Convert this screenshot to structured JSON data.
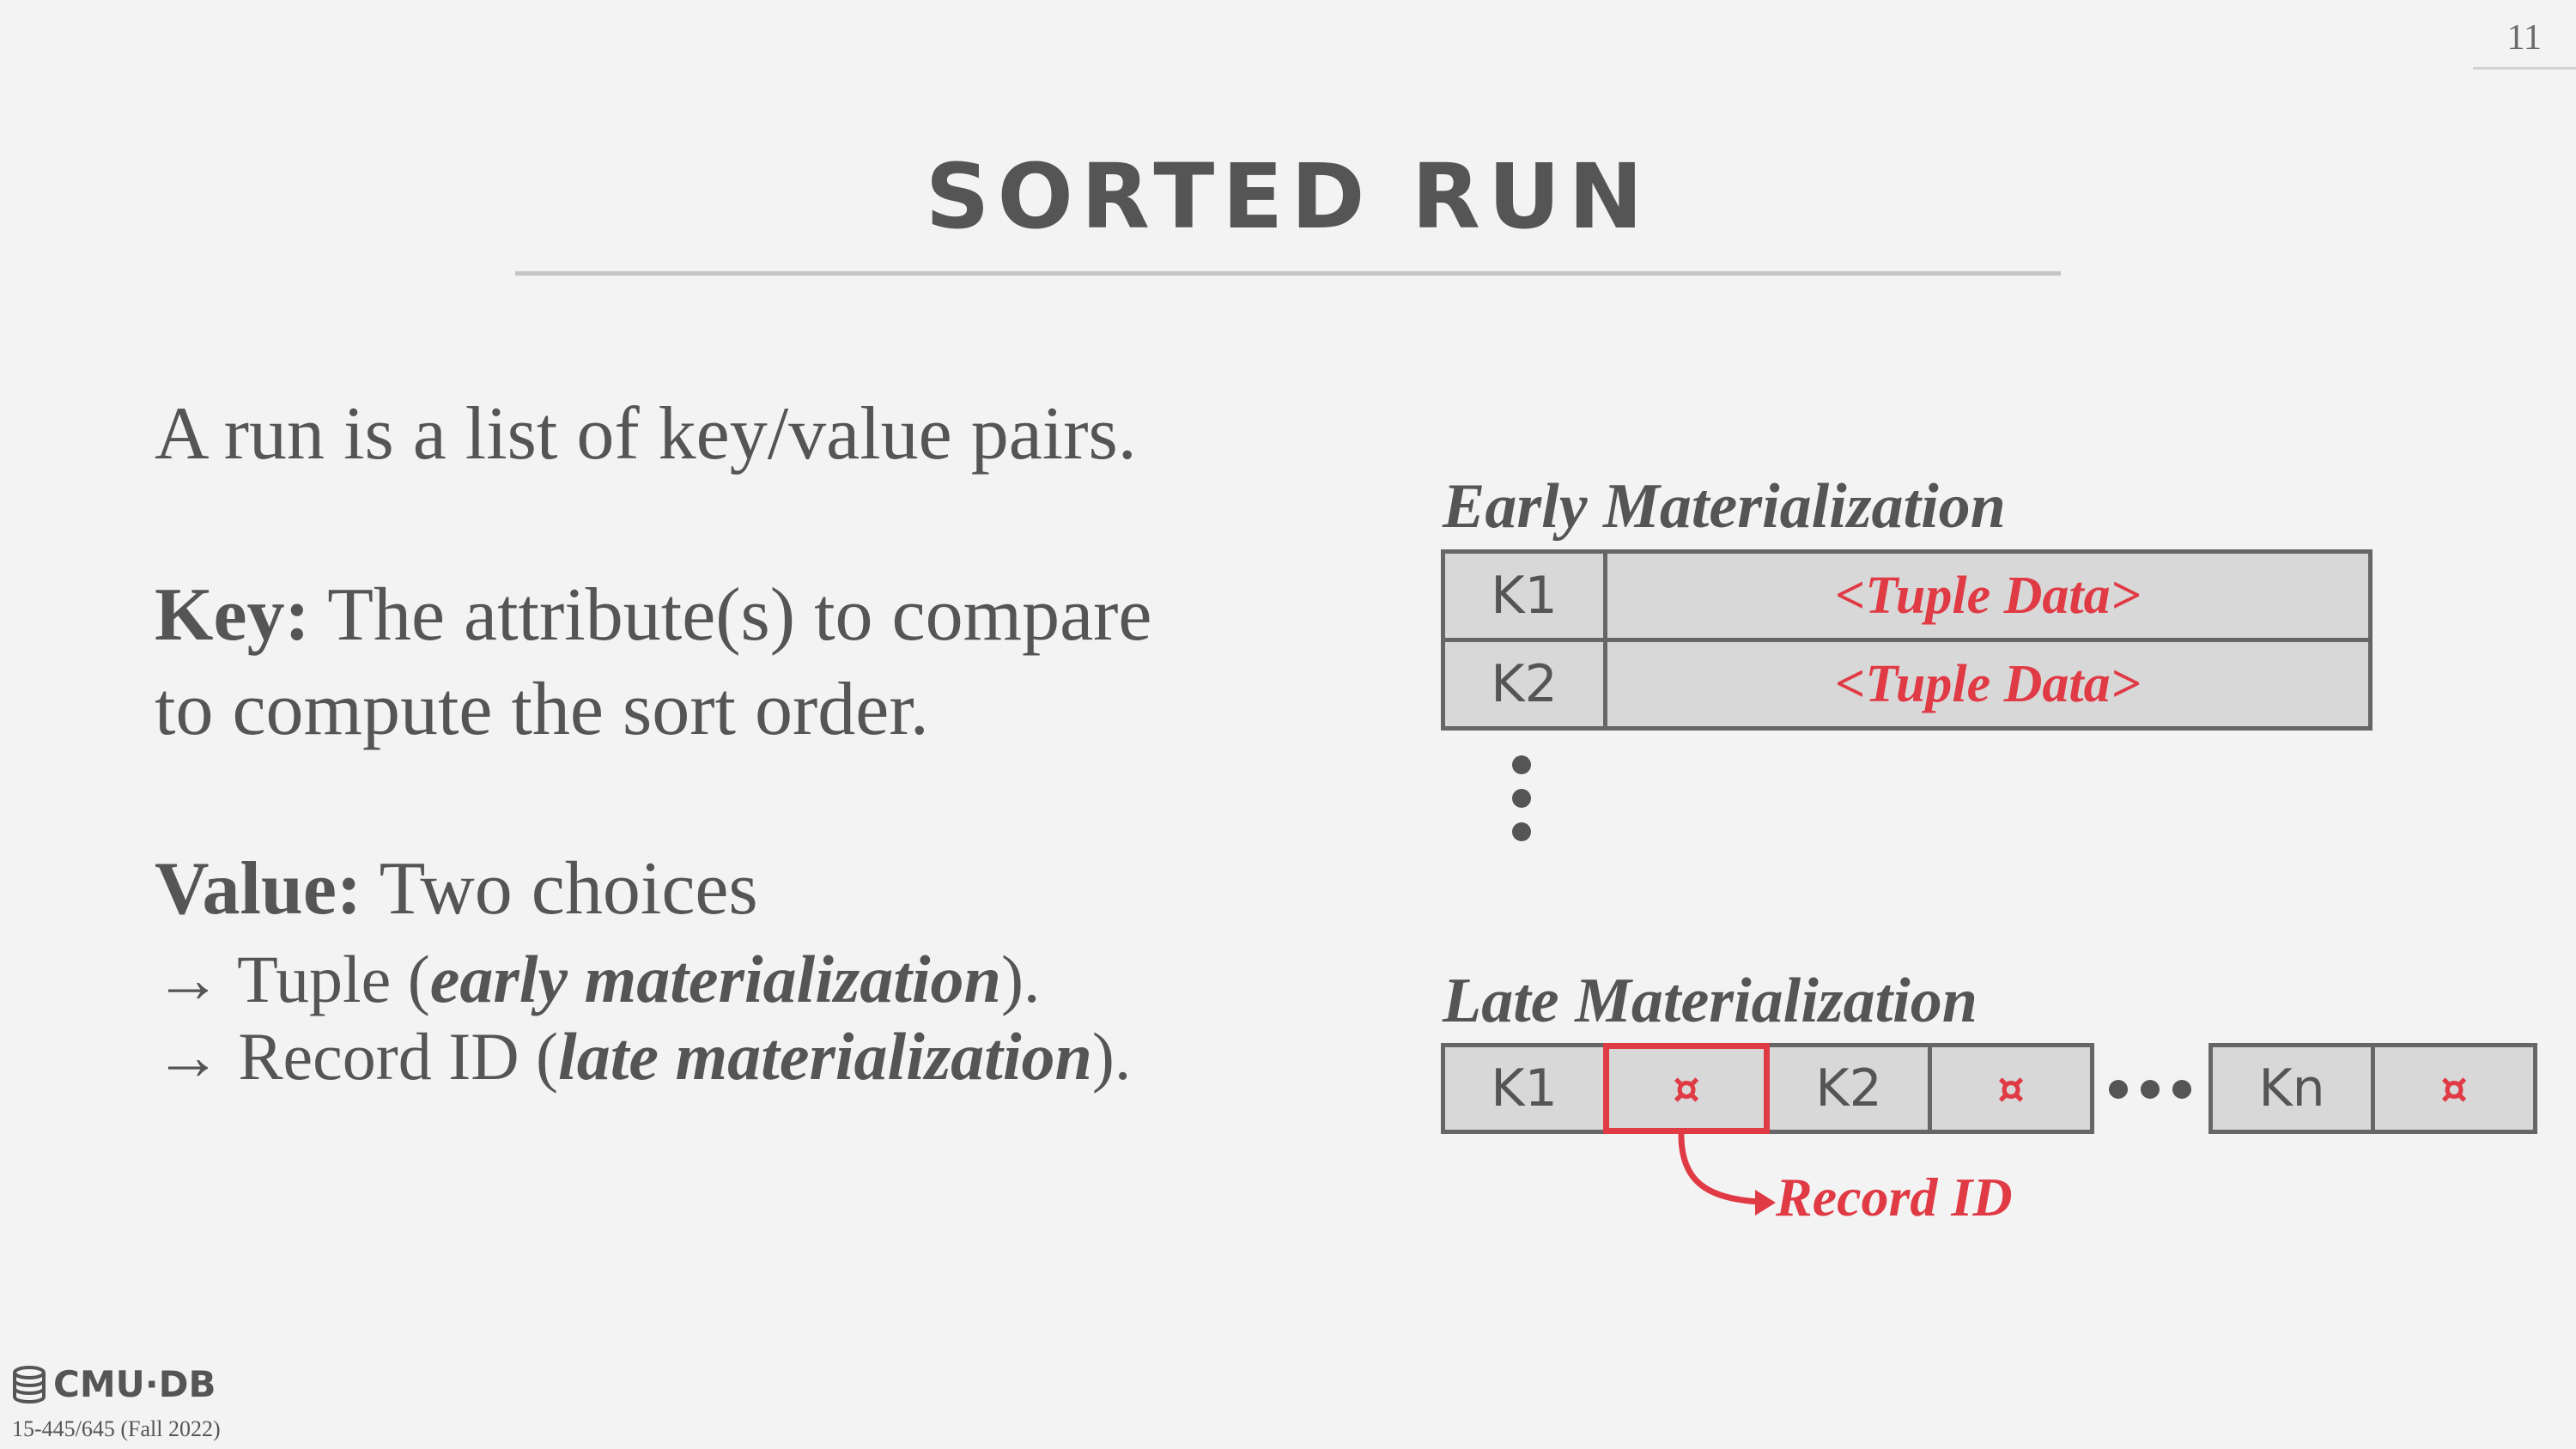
{
  "slide": {
    "page_number": "11",
    "title": "SORTED RUN"
  },
  "content": {
    "line1": "A run is a list of key/value pairs.",
    "key_term": "Key:",
    "key_desc_1": " The attribute(s) to compare",
    "key_desc_2": "to compute the sort order.",
    "value_term": "Value:",
    "value_desc": " Two choices",
    "bullets": [
      {
        "arrow": "→",
        "pre": " Tuple (",
        "emph": "early materialization",
        "post": ")."
      },
      {
        "arrow": "→",
        "pre": " Record ID (",
        "emph": "late materialization",
        "post": ")."
      }
    ]
  },
  "diagram": {
    "early": {
      "heading": "Early Materialization",
      "rows": [
        {
          "key": "K1",
          "value": "<Tuple Data>"
        },
        {
          "key": "K2",
          "value": "<Tuple Data>"
        }
      ]
    },
    "late": {
      "heading": "Late Materialization",
      "cells": [
        "K1",
        "¤",
        "K2",
        "¤",
        "Kn",
        "¤"
      ],
      "record_id_label": "Record ID"
    },
    "colors": {
      "accent_red": "#e03a45",
      "cell_fill": "#d8d8d8",
      "cell_border": "#666666",
      "text_gray": "#555555"
    }
  },
  "footer": {
    "logo_text": "CMU·DB",
    "course": "15-445/645 (Fall 2022)"
  }
}
